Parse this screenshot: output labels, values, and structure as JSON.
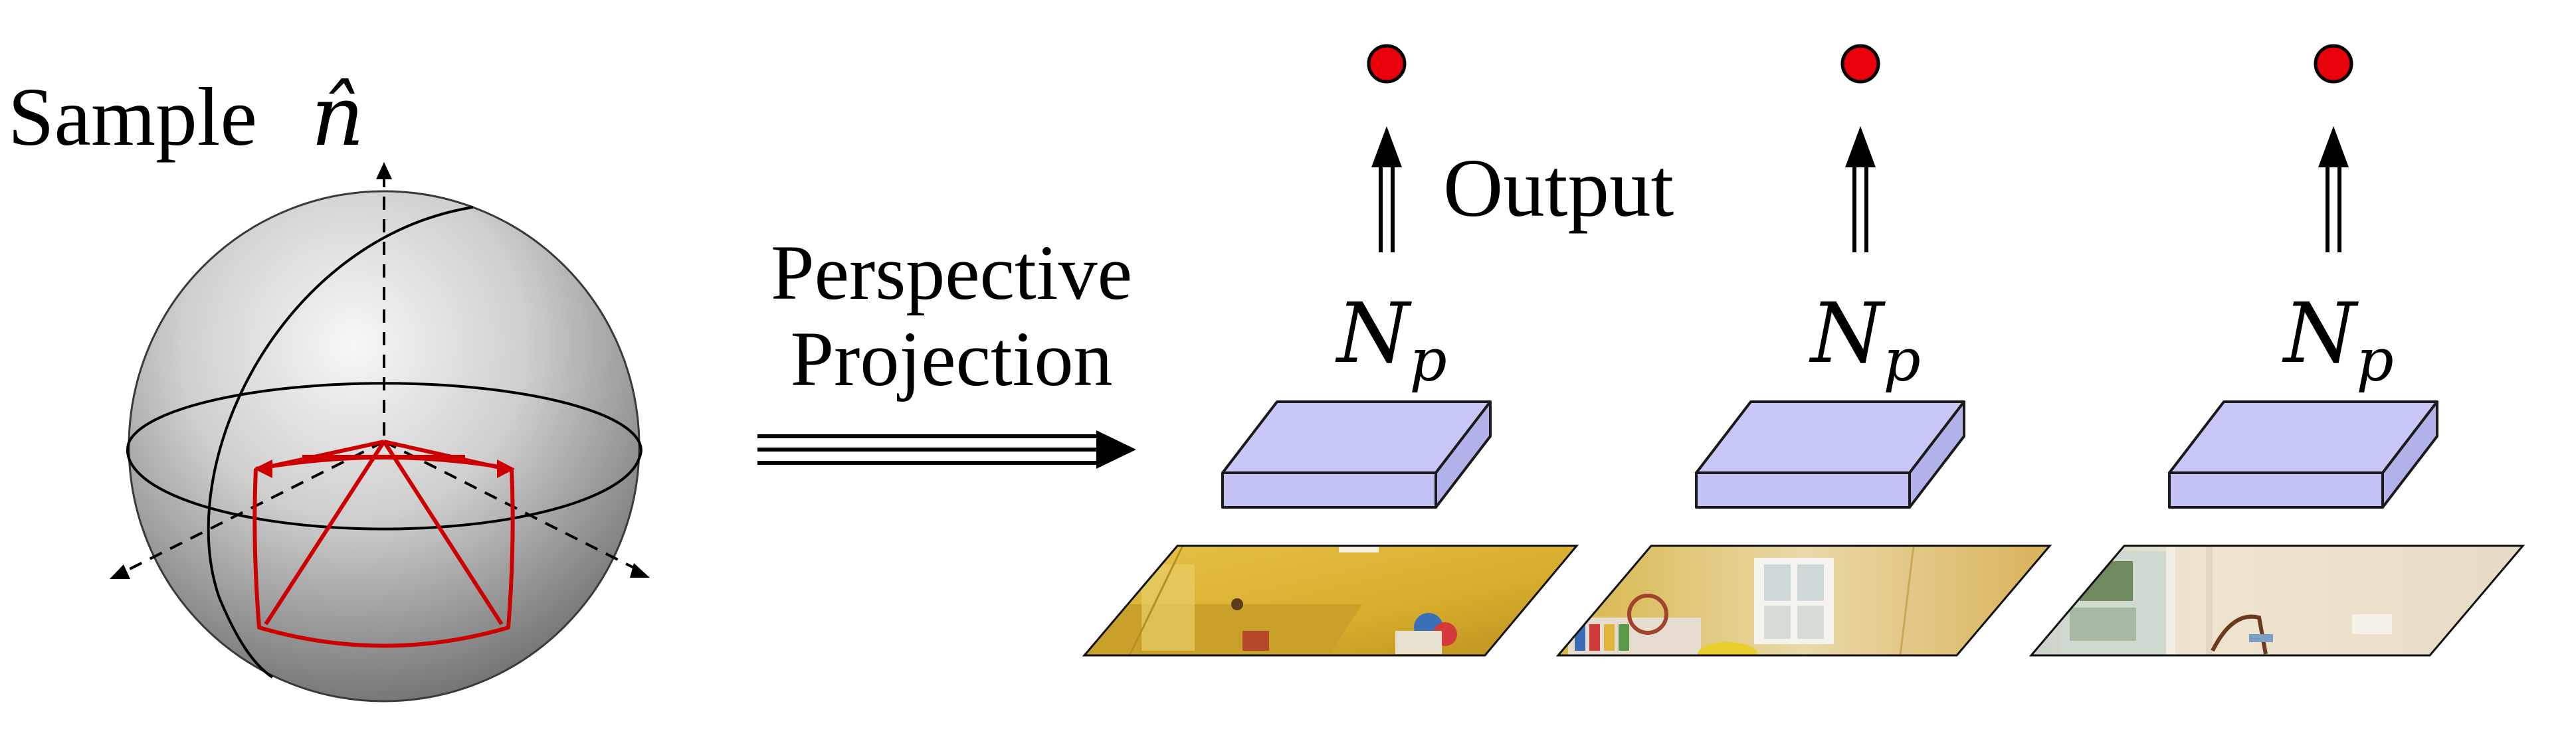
{
  "labels": {
    "sample": "Sample",
    "sample_symbol": "n̂",
    "projection_line1": "Perspective",
    "projection_line2": "Projection",
    "output": "Output",
    "network": "N",
    "network_subscript": "p"
  },
  "colors": {
    "sphere_light": "#f2f2f2",
    "sphere_dark": "#6e6e6e",
    "frustum": "#cc0000",
    "network_box_top": "#c8c8f8",
    "network_box_side": "#b2b2ea",
    "network_box_stroke": "#1a1a1a",
    "output_dot": "#e8000a",
    "wall_yellow": "#d9b23a"
  },
  "columns": [
    {
      "id": "view-1",
      "scene": "wall-with-lamp"
    },
    {
      "id": "view-2",
      "scene": "window-and-shelves"
    },
    {
      "id": "view-3",
      "scene": "doorway-and-chair"
    }
  ]
}
